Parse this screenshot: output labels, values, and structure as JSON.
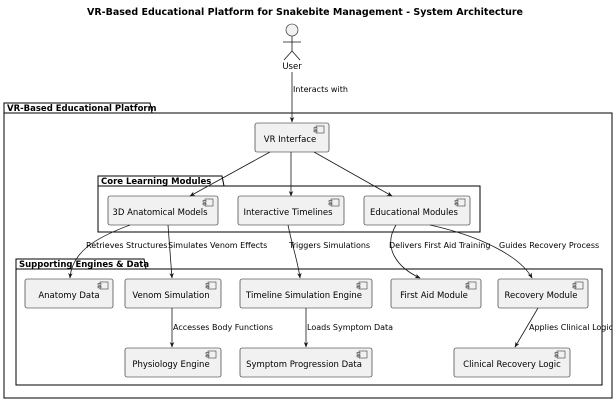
{
  "title": "VR-Based Educational Platform for Snakebite Management - System Architecture",
  "actor": {
    "label": "User"
  },
  "packages": {
    "platform": "VR-Based Educational Platform",
    "core": "Core Learning Modules",
    "support": "Supporting Engines & Data"
  },
  "components": {
    "vr_interface": "VR Interface",
    "anatomical_models": "3D Anatomical Models",
    "interactive_timelines": "Interactive Timelines",
    "educational_modules": "Educational Modules",
    "anatomy_data": "Anatomy Data",
    "venom_simulation": "Venom Simulation",
    "timeline_engine": "Timeline Simulation Engine",
    "first_aid_module": "First Aid Module",
    "recovery_module": "Recovery Module",
    "physiology_engine": "Physiology Engine",
    "symptom_data": "Symptom Progression Data",
    "clinical_logic": "Clinical Recovery Logic"
  },
  "edges": {
    "interacts_with": "Interacts with",
    "retrieves_structures": "Retrieves Structures",
    "simulates_venom": "Simulates Venom Effects",
    "triggers_simulations": "Triggers Simulations",
    "delivers_first_aid": "Delivers First Aid Training",
    "guides_recovery": "Guides Recovery Process",
    "accesses_body": "Accesses Body Functions",
    "loads_symptom": "Loads Symptom Data",
    "applies_clinical": "Applies Clinical Logic"
  }
}
